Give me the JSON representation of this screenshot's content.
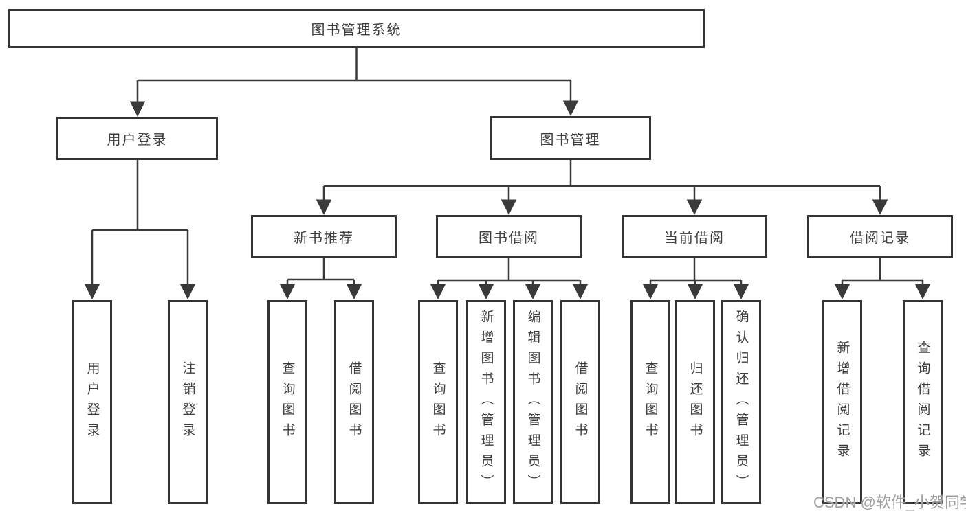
{
  "tree": {
    "root": "图书管理系统",
    "user_login": {
      "label": "用户登录",
      "children": [
        "用户登录",
        "注销登录"
      ]
    },
    "book_mgmt": {
      "label": "图书管理",
      "sections": [
        {
          "label": "新书推荐",
          "children": [
            "查询图书",
            "借阅图书"
          ]
        },
        {
          "label": "图书借阅",
          "children": [
            "查询图书",
            "新增图书（管理员）",
            "编辑图书（管理员）",
            "借阅图书"
          ]
        },
        {
          "label": "当前借阅",
          "children": [
            "查询图书",
            "归还图书",
            "确认归还（管理员）"
          ]
        },
        {
          "label": "借阅记录",
          "children": [
            "新增借阅记录",
            "查询借阅记录"
          ]
        }
      ]
    }
  },
  "watermark": {
    "text": "CSDN @软件_小贺同学"
  },
  "colors": {
    "line": "#3a3a3a",
    "box_border": "#333333",
    "text": "#3f3f3f",
    "watermark": "#9e9e9e",
    "background": "#ffffff"
  }
}
